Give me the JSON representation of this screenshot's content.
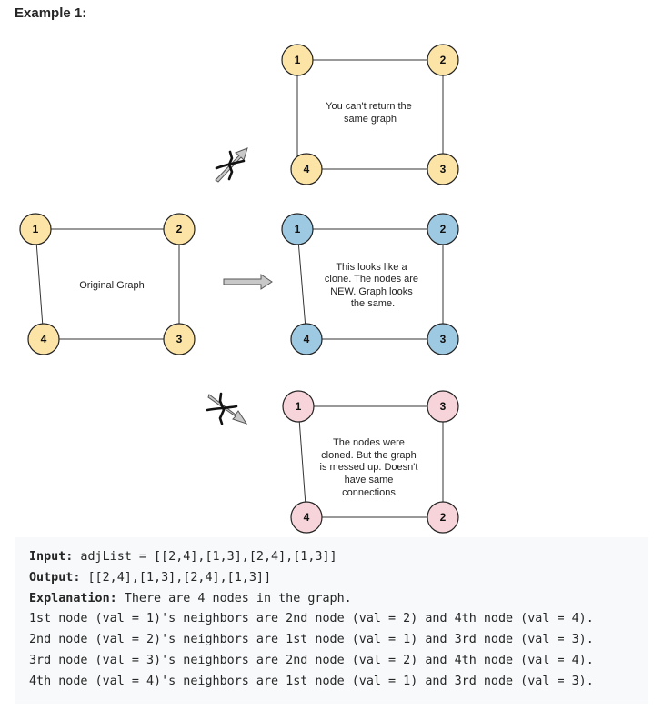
{
  "heading": "Example 1:",
  "colors": {
    "original": "#fce4a6",
    "cloned": "#9ec9e2",
    "broken": "#f6d4da",
    "edge": "#333333",
    "arrow_fill": "#c8c8c8"
  },
  "graphs": [
    {
      "id": "top",
      "caption": [
        "You can't return the",
        "same graph"
      ],
      "color": "#fce4a6",
      "nodes": [
        "1",
        "2",
        "3",
        "4"
      ]
    },
    {
      "id": "original",
      "caption": [
        "Original Graph"
      ],
      "color": "#fce4a6",
      "nodes": [
        "1",
        "2",
        "3",
        "4"
      ]
    },
    {
      "id": "middle",
      "caption": [
        "This looks like a",
        "clone. The nodes are",
        "NEW. Graph looks",
        "the same."
      ],
      "color": "#9ec9e2",
      "nodes": [
        "1",
        "2",
        "3",
        "4"
      ]
    },
    {
      "id": "bottom",
      "caption": [
        "The nodes were",
        "cloned. But the graph",
        "is messed up. Doesn't",
        "have same",
        "connections."
      ],
      "color": "#f6d4da",
      "nodes": [
        "1",
        "3",
        "2",
        "4"
      ]
    }
  ],
  "code": {
    "input_label": "Input:",
    "input_value": " adjList = [[2,4],[1,3],[2,4],[1,3]]",
    "output_label": "Output:",
    "output_value": " [[2,4],[1,3],[2,4],[1,3]]",
    "explanation_label": "Explanation:",
    "explanation_value": " There are 4 nodes in the graph.",
    "lines": [
      "1st node (val = 1)'s neighbors are 2nd node (val = 2) and 4th node (val = 4).",
      "2nd node (val = 2)'s neighbors are 1st node (val = 1) and 3rd node (val = 3).",
      "3rd node (val = 3)'s neighbors are 2nd node (val = 2) and 4th node (val = 4).",
      "4th node (val = 4)'s neighbors are 1st node (val = 1) and 3rd node (val = 3)."
    ]
  }
}
